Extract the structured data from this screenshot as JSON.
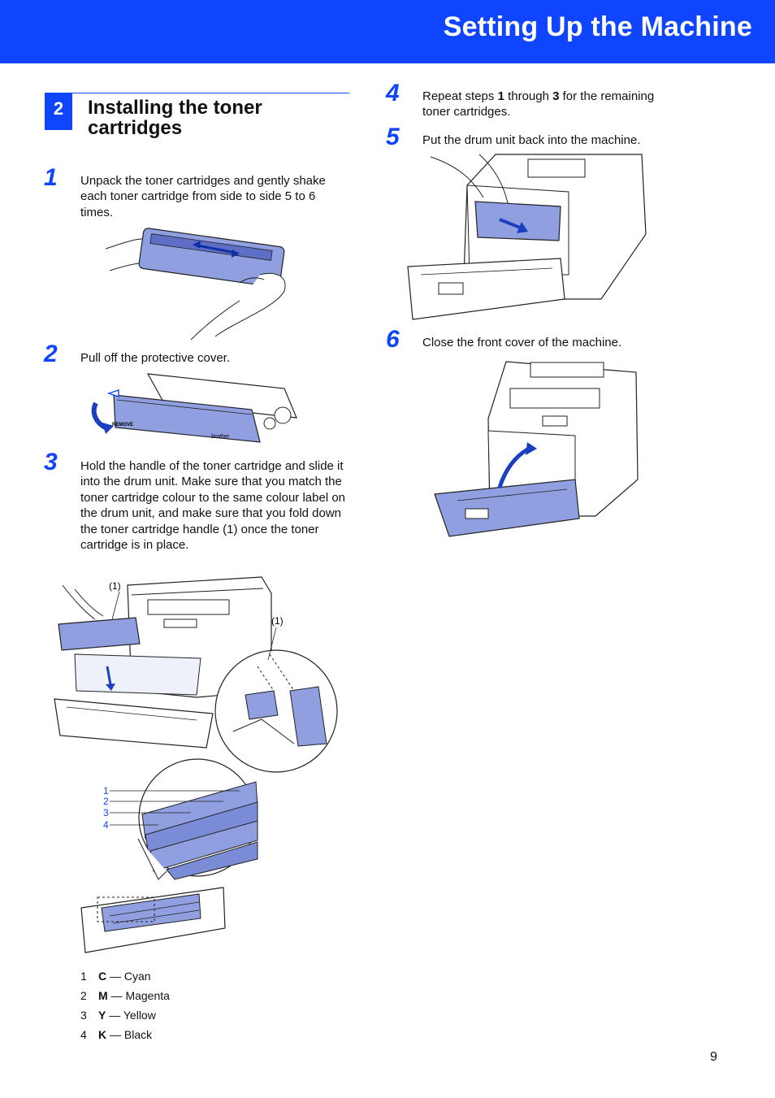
{
  "header": {
    "title": "Setting Up the Machine"
  },
  "section": {
    "number": "2",
    "title": "Installing the toner cartridges"
  },
  "steps": [
    {
      "num": "1",
      "text": "Unpack the toner cartridges and gently shake each toner cartridge from side to side 5 to 6 times."
    },
    {
      "num": "2",
      "text": "Pull off the protective cover."
    },
    {
      "num": "3",
      "text": "Hold the handle of the toner cartridge and slide it into the drum unit. Make sure that you match the toner cartridge colour to the same colour label on the drum unit, and make sure that you fold down the toner cartridge handle (1) once the toner cartridge is in place."
    },
    {
      "num": "4",
      "text_pre": "Repeat steps ",
      "bold1": "1",
      "text_mid": " through ",
      "bold2": "3",
      "text_post": " for the remaining toner cartridges."
    },
    {
      "num": "5",
      "text": "Put the drum unit back into the machine."
    },
    {
      "num": "6",
      "text": "Close the front cover of the machine."
    }
  ],
  "figure_labels": {
    "handle_callout_a": "(1)",
    "handle_callout_b": "(1)",
    "cover_tab_text": "REMOVE",
    "brand_mark": "brother",
    "slot_numbers": [
      "1",
      "2",
      "3",
      "4"
    ]
  },
  "legend": [
    {
      "num": "1",
      "code": "C",
      "name": " — Cyan"
    },
    {
      "num": "2",
      "code": "M",
      "name": " — Magenta"
    },
    {
      "num": "3",
      "code": "Y",
      "name": " — Yellow"
    },
    {
      "num": "4",
      "code": "K",
      "name": " — Black"
    }
  ],
  "page_number": "9",
  "colors": {
    "brand_blue": "#0f45ff",
    "cartridge_fill": "#8f9fe0",
    "line": "#222222"
  }
}
